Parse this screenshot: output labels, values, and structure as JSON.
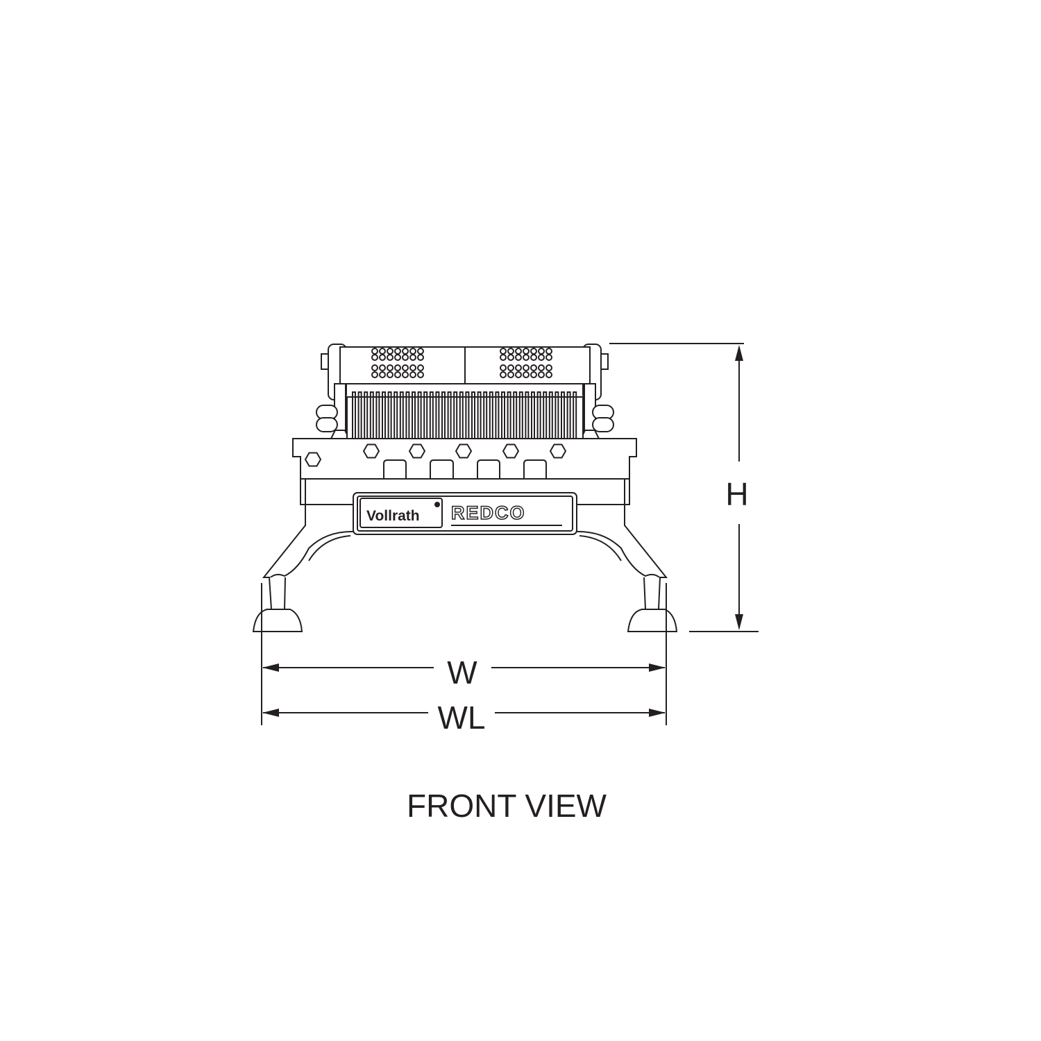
{
  "drawing": {
    "view_title": "FRONT VIEW",
    "dimensions": {
      "height_label": "H",
      "width_label": "W",
      "width_legs_label": "WL"
    },
    "branding": {
      "brand_logo_text": "Vollrath",
      "product_logo_text": "REDCO"
    },
    "line_color": "#231f20"
  }
}
